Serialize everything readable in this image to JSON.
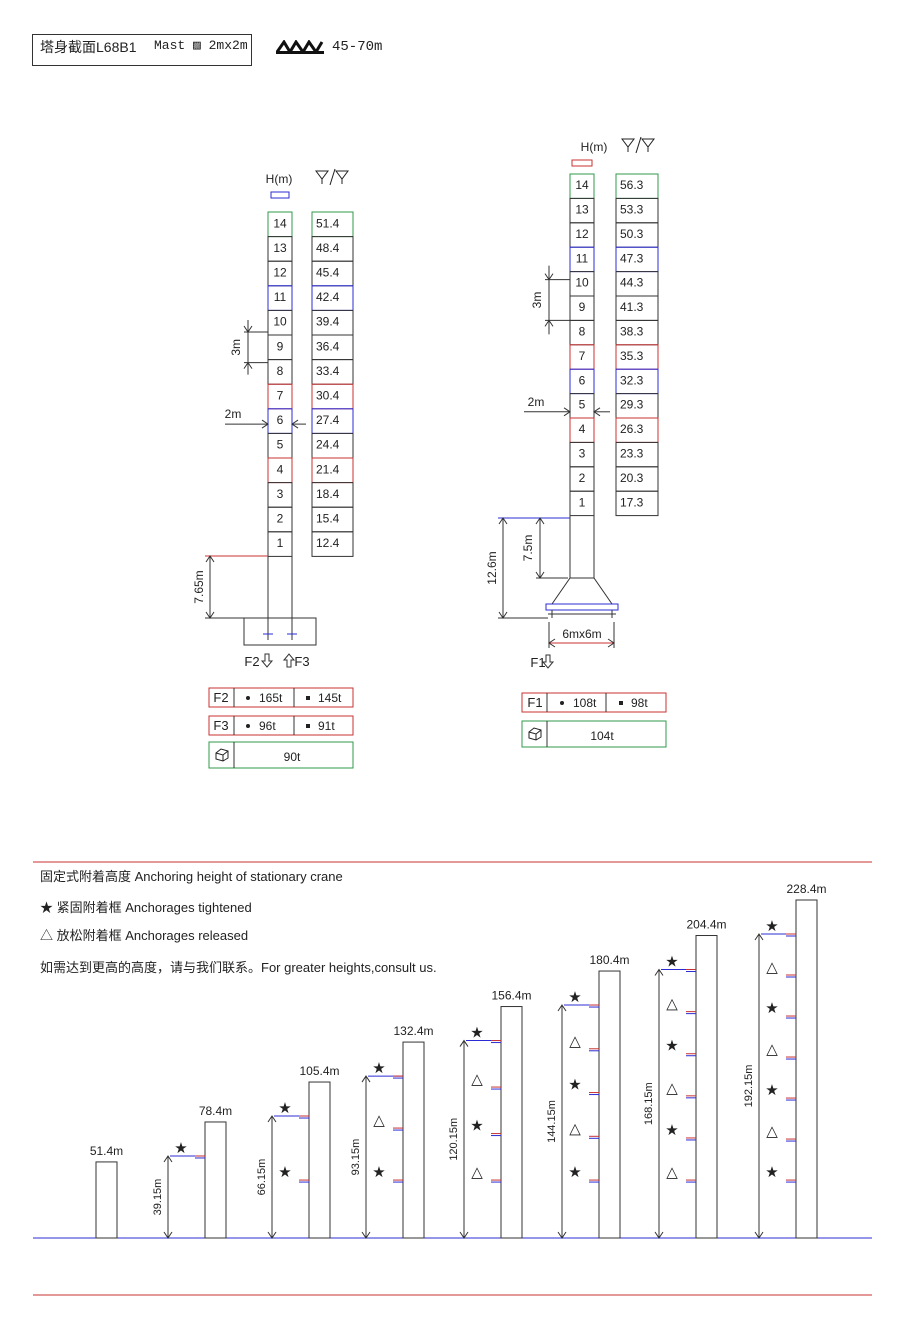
{
  "header": {
    "title": "塔身截面L68B1",
    "mast": "Mast ▨ 2mx2m",
    "range": "45-70m"
  },
  "left_tower": {
    "h_label": "H(m)",
    "sections": [
      "14",
      "13",
      "12",
      "11",
      "10",
      "9",
      "8",
      "7",
      "6",
      "5",
      "4",
      "3",
      "2",
      "1"
    ],
    "heights": [
      "51.4",
      "48.4",
      "45.4",
      "42.4",
      "39.4",
      "36.4",
      "33.4",
      "30.4",
      "27.4",
      "24.4",
      "21.4",
      "18.4",
      "15.4",
      "12.4"
    ],
    "dim_3m": "3m",
    "dim_2m": "2m",
    "dim_base": "7.65m",
    "force_f2": "F2",
    "force_f3": "F3",
    "table": {
      "f2": {
        "label": "F2",
        "v1": "165t",
        "v2": "145t"
      },
      "f3": {
        "label": "F3",
        "v1": "96t",
        "v2": "91t"
      },
      "ballast": "90t"
    }
  },
  "right_tower": {
    "h_label": "H(m)",
    "sections": [
      "14",
      "13",
      "12",
      "11",
      "10",
      "9",
      "8",
      "7",
      "6",
      "5",
      "4",
      "3",
      "2",
      "1"
    ],
    "heights": [
      "56.3",
      "53.3",
      "50.3",
      "47.3",
      "44.3",
      "41.3",
      "38.3",
      "35.3",
      "32.3",
      "29.3",
      "26.3",
      "23.3",
      "20.3",
      "17.3"
    ],
    "dim_3m": "3m",
    "dim_2m": "2m",
    "dim_total": "12.6m",
    "dim_base": "7.5m",
    "dim_chassis": "6mx6m",
    "force_f1": "F1",
    "table": {
      "f1": {
        "label": "F1",
        "v1": "108t",
        "v2": "98t"
      },
      "ballast": "104t"
    }
  },
  "legend": {
    "title": "固定式附着高度 Anchoring height of stationary crane",
    "tightened": "紧固附着框   Anchorages tightened",
    "released": "放松附着框   Anchorages released",
    "note": "如需达到更高的高度，请与我们联系。For greater heights,consult us."
  },
  "anchoring": {
    "towers": [
      {
        "height": "51.4m",
        "height_value": 51.4,
        "anchor_height": "",
        "anchors": []
      },
      {
        "height": "78.4m",
        "height_value": 78.4,
        "anchor_height": "39.15m",
        "anchors": [
          "T"
        ]
      },
      {
        "height": "105.4m",
        "height_value": 105.4,
        "anchor_height": "66.15m",
        "anchors": [
          "T",
          "T"
        ]
      },
      {
        "height": "132.4m",
        "height_value": 132.4,
        "anchor_height": "93.15m",
        "anchors": [
          "T",
          "R",
          "T"
        ]
      },
      {
        "height": "156.4m",
        "height_value": 156.4,
        "anchor_height": "120.15m",
        "anchors": [
          "T",
          "R",
          "T",
          "R"
        ]
      },
      {
        "height": "180.4m",
        "height_value": 180.4,
        "anchor_height": "144.15m",
        "anchors": [
          "T",
          "R",
          "T",
          "R",
          "T"
        ]
      },
      {
        "height": "204.4m",
        "height_value": 204.4,
        "anchor_height": "168.15m",
        "anchors": [
          "T",
          "R",
          "T",
          "R",
          "T",
          "R"
        ]
      },
      {
        "height": "228.4m",
        "height_value": 228.4,
        "anchor_height": "192.15m",
        "anchors": [
          "T",
          "R",
          "T",
          "R",
          "T",
          "R",
          "T"
        ]
      }
    ]
  },
  "colors": {
    "line": "#333333",
    "accent_blue": "#2b2bd6",
    "accent_red": "#c83232",
    "accent_green": "#2f9a4a"
  }
}
